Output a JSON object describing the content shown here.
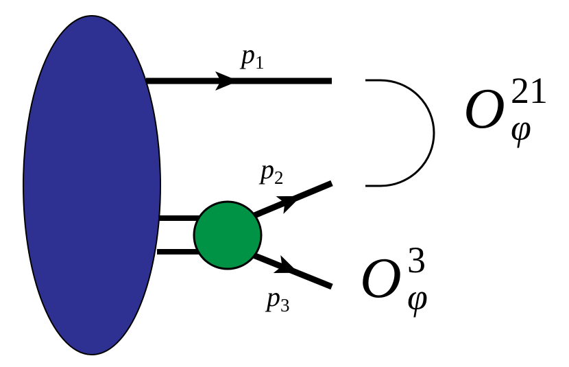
{
  "diagram": {
    "blob_color": "#2e3192",
    "vertex_color": "#009245",
    "line_color": "#000000",
    "momenta": {
      "p1": {
        "symbol": "p",
        "index": "1"
      },
      "p2": {
        "symbol": "p",
        "index": "2"
      },
      "p3": {
        "symbol": "p",
        "index": "3"
      }
    },
    "operators": {
      "o21": {
        "symbol": "O",
        "superscript": "21",
        "subscript": "φ"
      },
      "o3": {
        "symbol": "O",
        "superscript": "3",
        "subscript": "φ"
      }
    }
  }
}
